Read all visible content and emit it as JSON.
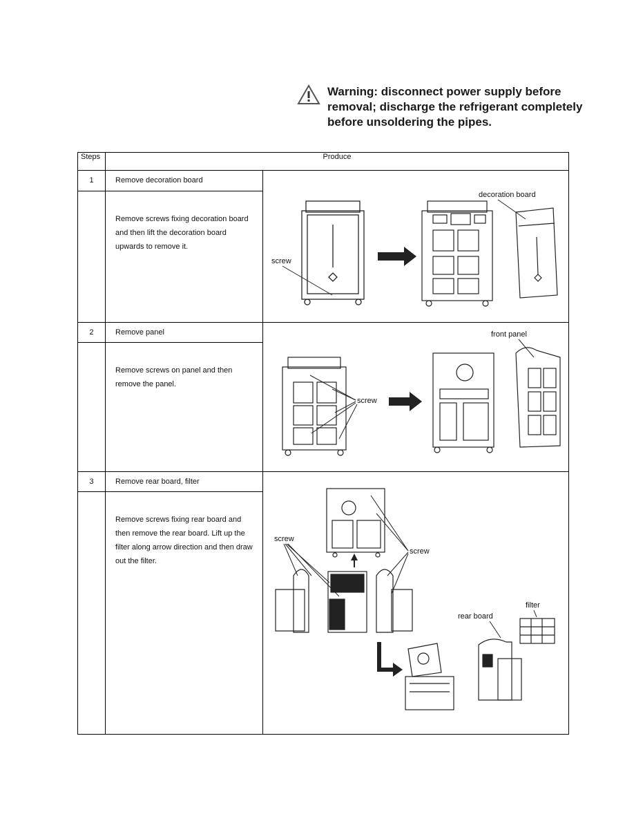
{
  "warning": {
    "icon": "warning-triangle-icon",
    "lines": [
      "Warning: disconnect power supply before",
      "removal; discharge the refrigerant completely",
      "before unsoldering the pipes."
    ]
  },
  "table": {
    "header": {
      "steps": "Steps",
      "produce": "Produce"
    },
    "rows": [
      {
        "num": "1",
        "title": "Remove decoration board",
        "desc": "Remove screws fixing decoration board and then lift the decoration board upwards to remove it.",
        "callouts": {
          "screw": "screw",
          "part": "decoration board"
        }
      },
      {
        "num": "2",
        "title": "Remove panel",
        "desc": "Remove screws on panel and then remove the panel.",
        "callouts": {
          "screw": "screw",
          "part": "front panel"
        }
      },
      {
        "num": "3",
        "title": "Remove rear board, filter",
        "desc": "Remove screws fixing rear board and then remove the rear board. Lift up the filter along arrow direction and then draw out the filter.",
        "callouts": {
          "screw_left": "screw",
          "screw_right": "screw",
          "rear_board": "rear board",
          "filter": "filter"
        }
      }
    ]
  }
}
